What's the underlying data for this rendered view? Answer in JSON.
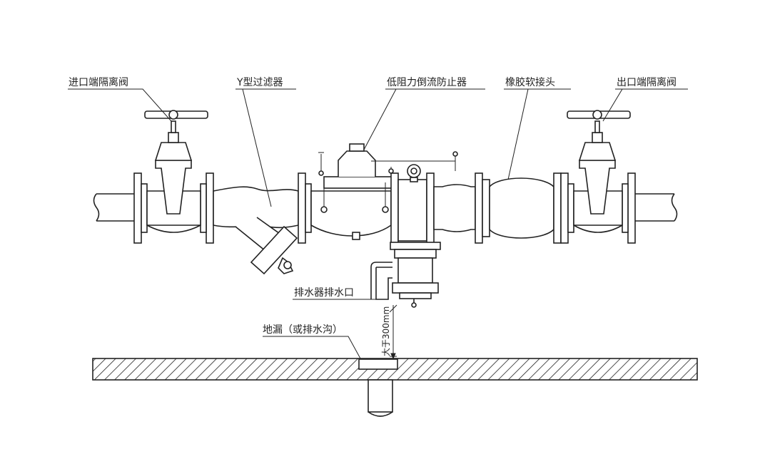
{
  "labels": {
    "inlet_valve": "进口端隔离阀",
    "y_strainer": "Y型过滤器",
    "backflow_preventer": "低阻力倒流防止器",
    "rubber_joint": "橡胶软接头",
    "outlet_valve": "出口端隔离阀",
    "drain_outlet": "排水器排水口",
    "floor_drain": "地漏（或排水沟）",
    "clearance": "大于300mm"
  },
  "colors": {
    "line": "#222222",
    "background": "#ffffff"
  }
}
